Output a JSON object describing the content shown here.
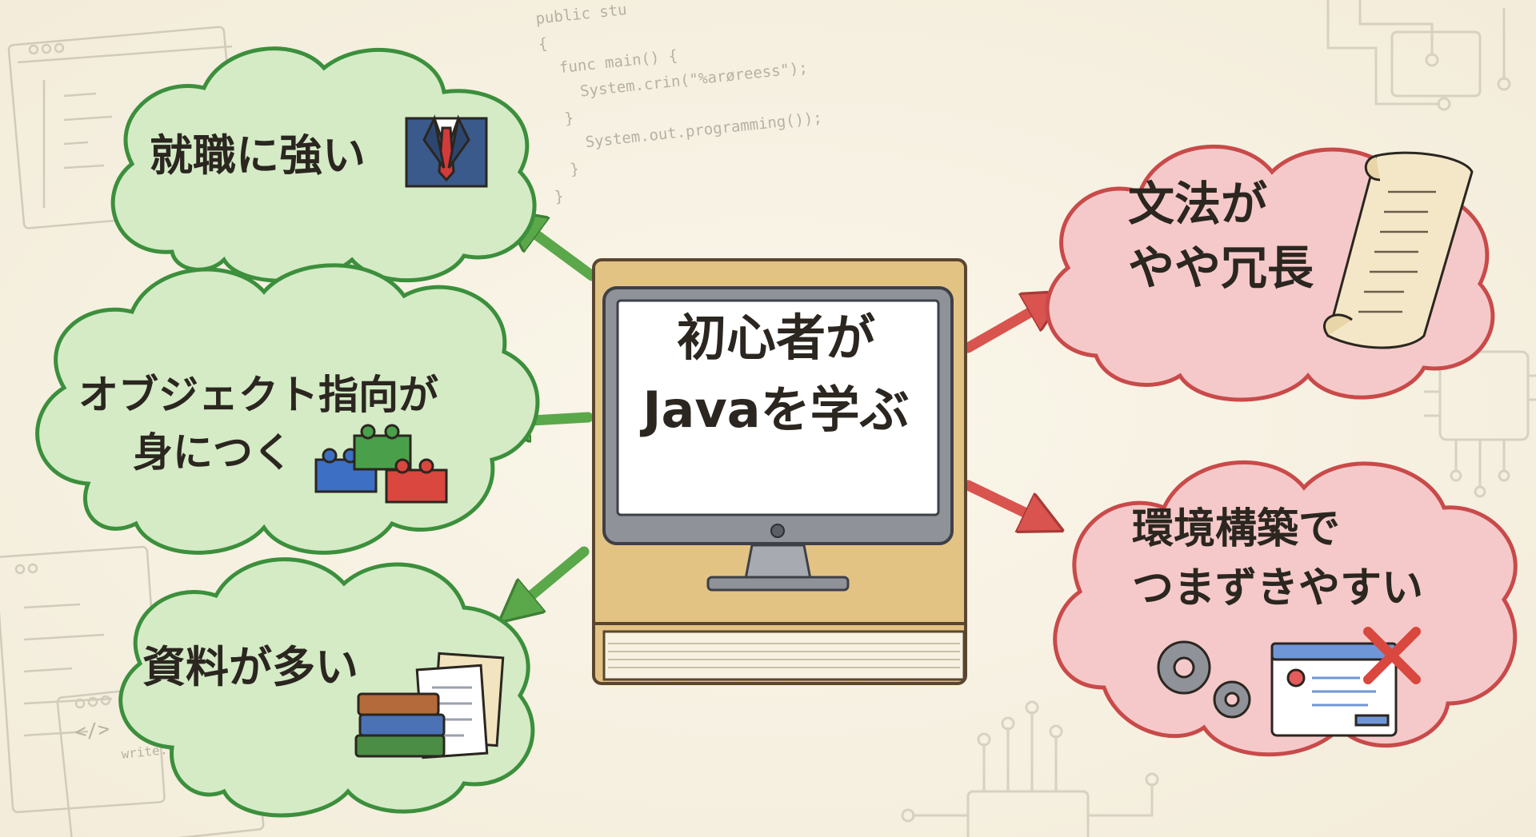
{
  "center": {
    "line1": "初心者が",
    "line2": "Javaを学ぶ"
  },
  "pros": [
    {
      "text": "就職に強い",
      "icon": "business-suit-icon"
    },
    {
      "line1": "オブジェクト指向が",
      "line2": "身につく",
      "icon": "building-blocks-icon"
    },
    {
      "text": "資料が多い",
      "icon": "books-documents-icon"
    }
  ],
  "cons": [
    {
      "line1": "文法が",
      "line2": "やや冗長",
      "icon": "scroll-icon"
    },
    {
      "line1": "環境構築で",
      "line2": "つまずきやすい",
      "icon": "gears-error-window-icon"
    }
  ],
  "background_code": {
    "snippet": "public stu\n{\n  func main() {\n    System.crin(\"%arøreess\");\n  }\n    System.out.programming());\n  }\n}",
    "tag": "</>",
    "write": "write.{"
  },
  "colors": {
    "background": "#f6f1e3",
    "pro_fill": "#d4ebc6",
    "pro_stroke": "#3c8f3c",
    "pro_arrow": "#5aa84a",
    "con_fill": "#f5c9c9",
    "con_stroke": "#c94a4a",
    "con_arrow": "#d9534f",
    "book": "#e3c384",
    "monitor": "#8f9299"
  }
}
